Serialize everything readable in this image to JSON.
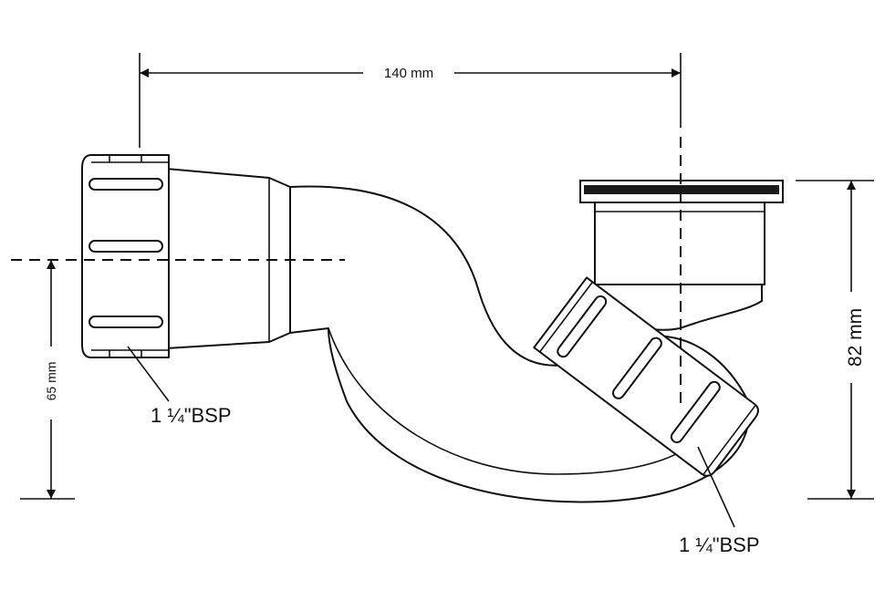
{
  "dimensions": {
    "width_label": "140 mm",
    "height_label": "82 mm",
    "inlet_height_label": "65 mm"
  },
  "callouts": {
    "left_thread": "1 ¼\"BSP",
    "right_thread": "1 ¼\"BSP"
  },
  "colors": {
    "line": "#111111",
    "background": "#ffffff",
    "waste_rim": "#1a1a1a"
  }
}
